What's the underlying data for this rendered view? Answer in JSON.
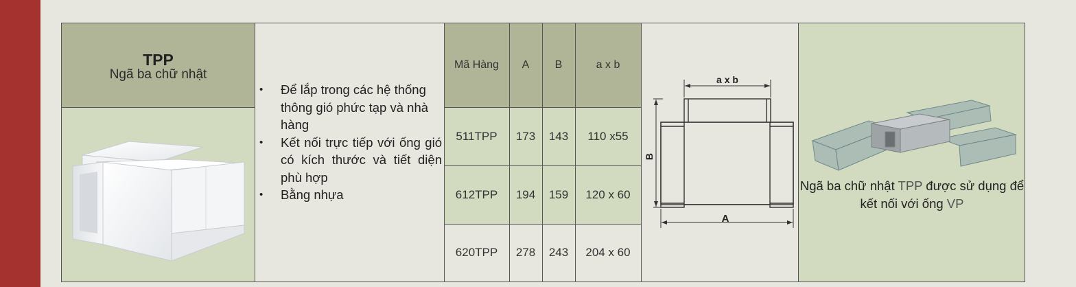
{
  "product": {
    "code": "TPP",
    "name": "Ngã ba chữ nhật"
  },
  "description": {
    "items": [
      "Để lắp trong các hệ thống thông gió phức tạp và nhà hàng",
      "Kết nối trực tiếp với ống gió có kích thước và tiết diện phù hợp",
      "Bằng nhựa"
    ]
  },
  "table": {
    "headers": [
      "Mã Hàng",
      "A",
      "B",
      "a x b"
    ],
    "rows": [
      [
        "511TPP",
        "173",
        "143",
        "110 x55"
      ],
      [
        "612TPP",
        "194",
        "159",
        "120 x 60"
      ],
      [
        "620TPP",
        "278",
        "243",
        "204 x 60"
      ]
    ]
  },
  "diagram": {
    "label_top": "a x b",
    "label_side": "B",
    "label_bottom": "A"
  },
  "caption": {
    "part1": "Ngã ba chữ nhật ",
    "code1": "TPP",
    "part2": " được sử dụng để kết nối với ống ",
    "code2": "VP"
  },
  "colors": {
    "side_bar": "#a5322e",
    "header_green": "#afb596",
    "cell_green": "#d2dabf",
    "background": "#e7e6df"
  }
}
